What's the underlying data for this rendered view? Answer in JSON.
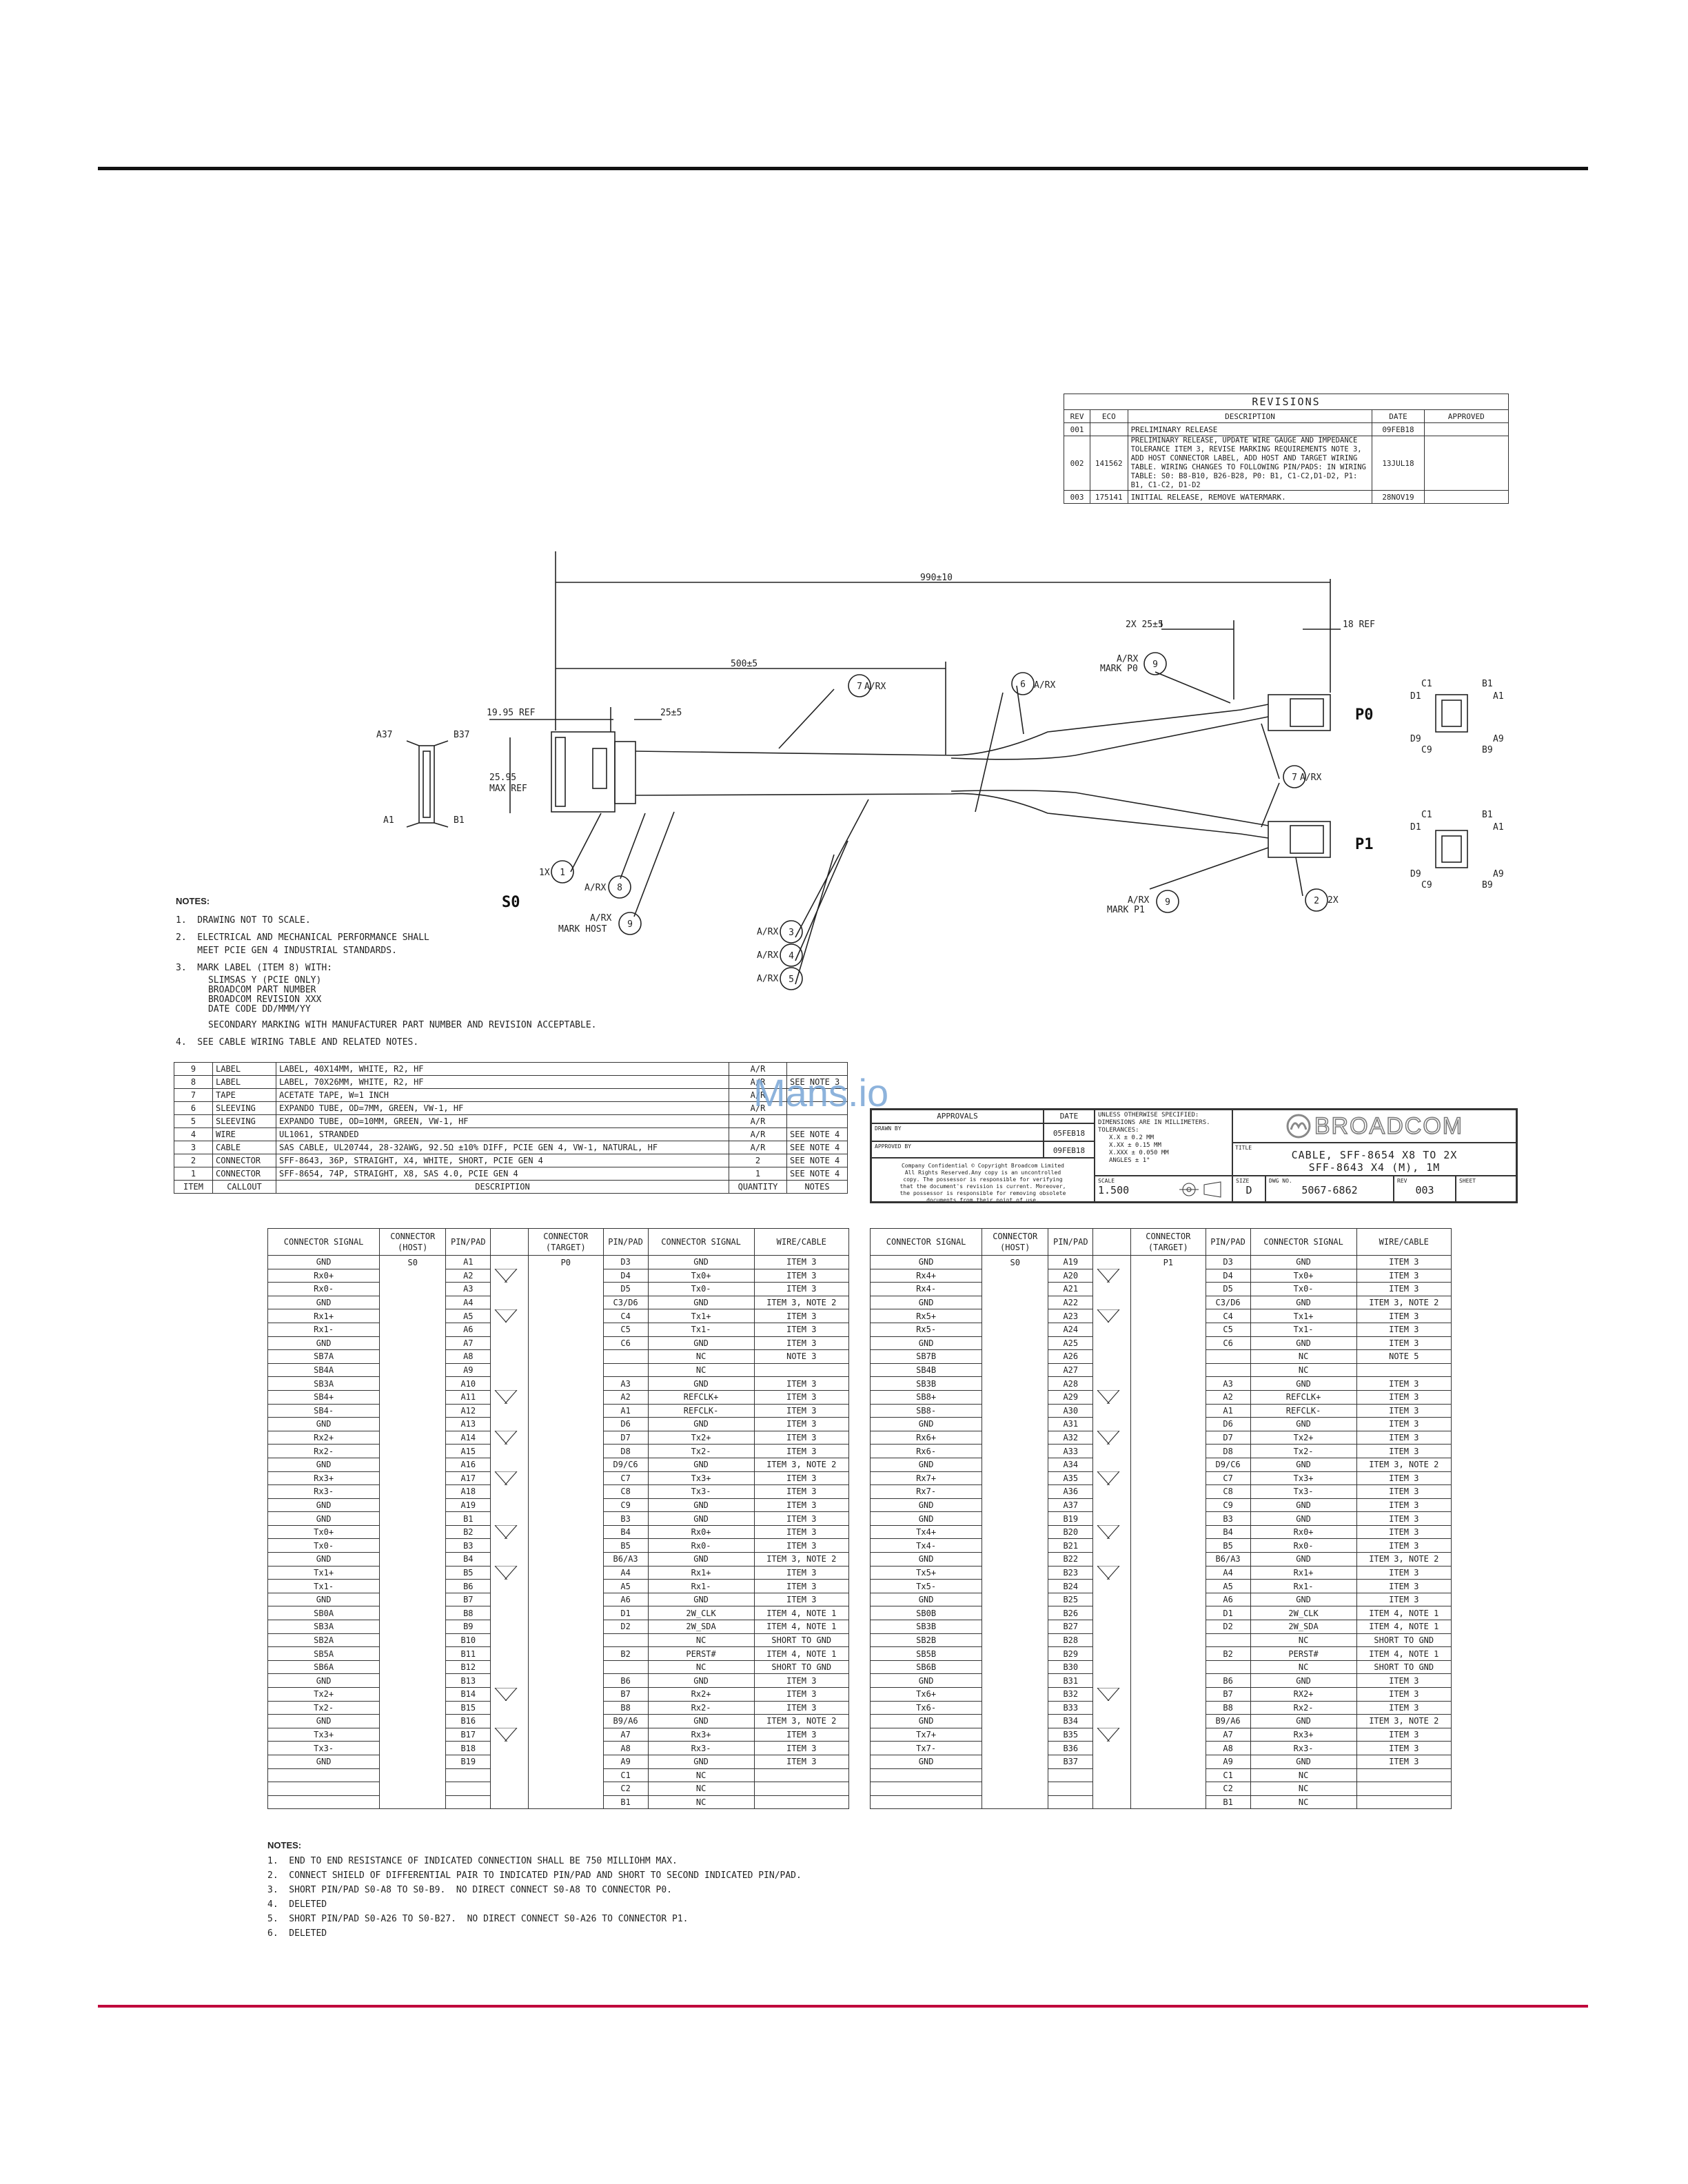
{
  "revisions": {
    "title": "REVISIONS",
    "headers": [
      "REV",
      "ECO",
      "DESCRIPTION",
      "DATE",
      "APPROVED"
    ],
    "rows": [
      {
        "rev": "001",
        "eco": "",
        "desc": "PRELIMINARY RELEASE",
        "date": "09FEB18",
        "approved": ""
      },
      {
        "rev": "002",
        "eco": "141562",
        "desc": "PRELIMINARY RELEASE, UPDATE WIRE GAUGE AND IMPEDANCE TOLERANCE ITEM 3, REVISE MARKING REQUIREMENTS NOTE 3, ADD HOST CONNECTOR LABEL, ADD HOST AND TARGET WIRING TABLE. WIRING CHANGES TO FOLLOWING PIN/PADS: IN WIRING TABLE: S0: B8-B10, B26-B28, P0: B1, C1-C2,D1-D2, P1: B1, C1-C2, D1-D2",
        "date": "13JUL18",
        "approved": ""
      },
      {
        "rev": "003",
        "eco": "175141",
        "desc": "INITIAL RELEASE, REMOVE WATERMARK.",
        "date": "28NOV19",
        "approved": ""
      }
    ]
  },
  "drawing": {
    "dims": {
      "overall": "990±10",
      "breakout": "500±5",
      "pigtail": "2X 25±5",
      "ref18": "18 REF",
      "ref1995": "19.95 REF",
      "d25": "25±5",
      "height": "25.95",
      "height2": "MAX REF"
    },
    "labels": {
      "s0": "S0",
      "p0": "P0",
      "p1": "P1",
      "a37": "A37",
      "b37": "B37",
      "a1": "A1",
      "b1": "B1",
      "c1": "C1",
      "d1": "D1",
      "d9": "D9",
      "c9": "C9",
      "b1r": "B1",
      "a1r": "A1",
      "a9": "A9",
      "b9": "B9",
      "arx": "A/RX",
      "markp0": "MARK P0",
      "markp1": "MARK P1",
      "markhost": "MARK HOST",
      "x1": "1X",
      "x2": "2X"
    },
    "balloons": [
      "1",
      "2",
      "3",
      "4",
      "5",
      "6",
      "7",
      "8",
      "9"
    ]
  },
  "notes": {
    "head": "NOTES:",
    "lines": [
      "1.  DRAWING NOT TO SCALE.",
      "2.  ELECTRICAL AND MECHANICAL PERFORMANCE SHALL\n    MEET PCIE GEN 4 INDUSTRIAL STANDARDS.",
      "3.  MARK LABEL (ITEM 8) WITH:",
      "      SLIMSAS Y (PCIE ONLY)\n      BROADCOM PART NUMBER\n      BROADCOM REVISION XXX\n      DATE CODE DD/MMM/YY",
      "      SECONDARY MARKING WITH MANUFACTURER PART NUMBER AND REVISION ACCEPTABLE.",
      "4.  SEE CABLE WIRING TABLE AND RELATED NOTES."
    ]
  },
  "bom": {
    "rows": [
      [
        "9",
        "LABEL",
        "LABEL, 40X14MM, WHITE, R2, HF",
        "A/R",
        ""
      ],
      [
        "8",
        "LABEL",
        "LABEL, 70X26MM, WHITE, R2, HF",
        "A/R",
        "SEE NOTE 3"
      ],
      [
        "7",
        "TAPE",
        "ACETATE TAPE, W=1 INCH",
        "A/R",
        ""
      ],
      [
        "6",
        "SLEEVING",
        "EXPANDO TUBE, OD=7MM, GREEN, VW-1, HF",
        "A/R",
        ""
      ],
      [
        "5",
        "SLEEVING",
        "EXPANDO TUBE, OD=10MM, GREEN, VW-1, HF",
        "A/R",
        ""
      ],
      [
        "4",
        "WIRE",
        "UL1061, STRANDED",
        "A/R",
        "SEE NOTE 4"
      ],
      [
        "3",
        "CABLE",
        "SAS CABLE, UL20744, 28-32AWG, 92.5Ω ±10% DIFF, PCIE GEN 4, VW-1, NATURAL, HF",
        "A/R",
        "SEE NOTE 4"
      ],
      [
        "2",
        "CONNECTOR",
        "SFF-8643, 36P, STRAIGHT, X4, WHITE, SHORT, PCIE GEN 4",
        "2",
        "SEE NOTE 4"
      ],
      [
        "1",
        "CONNECTOR",
        "SFF-8654, 74P, STRAIGHT, X8, SAS 4.0, PCIE GEN 4",
        "1",
        "SEE NOTE 4"
      ]
    ],
    "footer": [
      "ITEM",
      "CALLOUT",
      "DESCRIPTION",
      "QUANTITY",
      "NOTES"
    ]
  },
  "watermark": "Mans.io",
  "title_block": {
    "approvals": "APPROVALS",
    "date_h": "DATE",
    "drawn_by": "DRAWN BY",
    "drawn_date": "05FEB18",
    "approved_by": "APPROVED BY",
    "approved_date": "09FEB18",
    "confidential": "Company Confidential © Copyright Broadcom Limited All Rights Reserved.Any copy is an uncontrolled copy. The possessor is responsible for verifying that the document's revision is current. Moreover, the possessor is responsible for removing obsolete documents from their point of use.",
    "tolerance_lines": [
      "UNLESS OTHERWISE SPECIFIED:",
      "DIMENSIONS ARE IN MILLIMETERS.",
      "TOLERANCES:",
      "X.X ± 0.2 MM",
      "X.XX ± 0.15 MM",
      "X.XXX ± 0.050 MM",
      "ANGLES ± 1°"
    ],
    "logo": "BROADCOM",
    "title_h": "TITLE",
    "title_l1": "CABLE, SFF-8654 X8 TO 2X",
    "title_l2": "SFF-8643 X4 (M), 1M",
    "scale_h": "SCALE",
    "scale": "1.500",
    "size_h": "SIZE",
    "size": "D",
    "dwg_h": "DWG NO.",
    "dwg": "5067-6862",
    "rev_h": "REV",
    "rev": "003",
    "sheet_h": "SHEET"
  },
  "wiring": {
    "headers": [
      "CONNECTOR SIGNAL",
      "CONNECTOR (HOST)",
      "PIN/PAD",
      "CONNECTOR (TARGET)",
      "PIN/PAD",
      "CONNECTOR SIGNAL",
      "WIRE/CABLE"
    ],
    "left": {
      "host": "S0",
      "target": "P0",
      "rows": [
        [
          "GND",
          "A1",
          "D3",
          "GND",
          "ITEM 3"
        ],
        [
          "Rx0+",
          "A2",
          "D4",
          "Tx0+",
          "ITEM 3"
        ],
        [
          "Rx0-",
          "A3",
          "D5",
          "Tx0-",
          "ITEM 3"
        ],
        [
          "GND",
          "A4",
          "C3/D6",
          "GND",
          "ITEM 3, NOTE 2"
        ],
        [
          "Rx1+",
          "A5",
          "C4",
          "Tx1+",
          "ITEM 3"
        ],
        [
          "Rx1-",
          "A6",
          "C5",
          "Tx1-",
          "ITEM 3"
        ],
        [
          "GND",
          "A7",
          "C6",
          "GND",
          "ITEM 3"
        ],
        [
          "SB7A",
          "A8",
          "",
          "NC",
          "NOTE 3"
        ],
        [
          "SB4A",
          "A9",
          "",
          "NC",
          ""
        ],
        [
          "SB3A",
          "A10",
          "A3",
          "GND",
          "ITEM 3"
        ],
        [
          "SB4+",
          "A11",
          "A2",
          "REFCLK+",
          "ITEM 3"
        ],
        [
          "SB4-",
          "A12",
          "A1",
          "REFCLK-",
          "ITEM 3"
        ],
        [
          "GND",
          "A13",
          "D6",
          "GND",
          "ITEM 3"
        ],
        [
          "Rx2+",
          "A14",
          "D7",
          "Tx2+",
          "ITEM 3"
        ],
        [
          "Rx2-",
          "A15",
          "D8",
          "Tx2-",
          "ITEM 3"
        ],
        [
          "GND",
          "A16",
          "D9/C6",
          "GND",
          "ITEM 3, NOTE 2"
        ],
        [
          "Rx3+",
          "A17",
          "C7",
          "Tx3+",
          "ITEM 3"
        ],
        [
          "Rx3-",
          "A18",
          "C8",
          "Tx3-",
          "ITEM 3"
        ],
        [
          "GND",
          "A19",
          "C9",
          "GND",
          "ITEM 3"
        ],
        [
          "GND",
          "B1",
          "B3",
          "GND",
          "ITEM 3"
        ],
        [
          "Tx0+",
          "B2",
          "B4",
          "Rx0+",
          "ITEM 3"
        ],
        [
          "Tx0-",
          "B3",
          "B5",
          "Rx0-",
          "ITEM 3"
        ],
        [
          "GND",
          "B4",
          "B6/A3",
          "GND",
          "ITEM 3, NOTE 2"
        ],
        [
          "Tx1+",
          "B5",
          "A4",
          "Rx1+",
          "ITEM 3"
        ],
        [
          "Tx1-",
          "B6",
          "A5",
          "Rx1-",
          "ITEM 3"
        ],
        [
          "GND",
          "B7",
          "A6",
          "GND",
          "ITEM 3"
        ],
        [
          "SB0A",
          "B8",
          "D1",
          "2W_CLK",
          "ITEM 4, NOTE 1"
        ],
        [
          "SB3A",
          "B9",
          "D2",
          "2W_SDA",
          "ITEM 4, NOTE 1"
        ],
        [
          "SB2A",
          "B10",
          "",
          "NC",
          "SHORT TO GND"
        ],
        [
          "SB5A",
          "B11",
          "B2",
          "PERST#",
          "ITEM 4, NOTE 1"
        ],
        [
          "SB6A",
          "B12",
          "",
          "NC",
          "SHORT TO GND"
        ],
        [
          "GND",
          "B13",
          "B6",
          "GND",
          "ITEM 3"
        ],
        [
          "Tx2+",
          "B14",
          "B7",
          "Rx2+",
          "ITEM 3"
        ],
        [
          "Tx2-",
          "B15",
          "B8",
          "Rx2-",
          "ITEM 3"
        ],
        [
          "GND",
          "B16",
          "B9/A6",
          "GND",
          "ITEM 3, NOTE 2"
        ],
        [
          "Tx3+",
          "B17",
          "A7",
          "Rx3+",
          "ITEM 3"
        ],
        [
          "Tx3-",
          "B18",
          "A8",
          "Rx3-",
          "ITEM 3"
        ],
        [
          "GND",
          "B19",
          "A9",
          "GND",
          "ITEM 3"
        ],
        [
          "",
          "",
          "C1",
          "NC",
          ""
        ],
        [
          "",
          "",
          "C2",
          "NC",
          ""
        ],
        [
          "",
          "",
          "B1",
          "NC",
          ""
        ]
      ]
    },
    "right": {
      "host": "S0",
      "target": "P1",
      "rows": [
        [
          "GND",
          "A19",
          "D3",
          "GND",
          "ITEM 3"
        ],
        [
          "Rx4+",
          "A20",
          "D4",
          "Tx0+",
          "ITEM 3"
        ],
        [
          "Rx4-",
          "A21",
          "D5",
          "Tx0-",
          "ITEM 3"
        ],
        [
          "GND",
          "A22",
          "C3/D6",
          "GND",
          "ITEM 3, NOTE 2"
        ],
        [
          "Rx5+",
          "A23",
          "C4",
          "Tx1+",
          "ITEM 3"
        ],
        [
          "Rx5-",
          "A24",
          "C5",
          "Tx1-",
          "ITEM 3"
        ],
        [
          "GND",
          "A25",
          "C6",
          "GND",
          "ITEM 3"
        ],
        [
          "SB7B",
          "A26",
          "",
          "NC",
          "NOTE 5"
        ],
        [
          "SB4B",
          "A27",
          "",
          "NC",
          ""
        ],
        [
          "SB3B",
          "A28",
          "A3",
          "GND",
          "ITEM 3"
        ],
        [
          "SB8+",
          "A29",
          "A2",
          "REFCLK+",
          "ITEM 3"
        ],
        [
          "SB8-",
          "A30",
          "A1",
          "REFCLK-",
          "ITEM 3"
        ],
        [
          "GND",
          "A31",
          "D6",
          "GND",
          "ITEM 3"
        ],
        [
          "Rx6+",
          "A32",
          "D7",
          "Tx2+",
          "ITEM 3"
        ],
        [
          "Rx6-",
          "A33",
          "D8",
          "Tx2-",
          "ITEM 3"
        ],
        [
          "GND",
          "A34",
          "D9/C6",
          "GND",
          "ITEM 3, NOTE 2"
        ],
        [
          "Rx7+",
          "A35",
          "C7",
          "Tx3+",
          "ITEM 3"
        ],
        [
          "Rx7-",
          "A36",
          "C8",
          "Tx3-",
          "ITEM 3"
        ],
        [
          "GND",
          "A37",
          "C9",
          "GND",
          "ITEM 3"
        ],
        [
          "GND",
          "B19",
          "B3",
          "GND",
          "ITEM 3"
        ],
        [
          "Tx4+",
          "B20",
          "B4",
          "Rx0+",
          "ITEM 3"
        ],
        [
          "Tx4-",
          "B21",
          "B5",
          "Rx0-",
          "ITEM 3"
        ],
        [
          "GND",
          "B22",
          "B6/A3",
          "GND",
          "ITEM 3, NOTE 2"
        ],
        [
          "Tx5+",
          "B23",
          "A4",
          "Rx1+",
          "ITEM 3"
        ],
        [
          "Tx5-",
          "B24",
          "A5",
          "Rx1-",
          "ITEM 3"
        ],
        [
          "GND",
          "B25",
          "A6",
          "GND",
          "ITEM 3"
        ],
        [
          "SB0B",
          "B26",
          "D1",
          "2W_CLK",
          "ITEM 4, NOTE 1"
        ],
        [
          "SB3B",
          "B27",
          "D2",
          "2W_SDA",
          "ITEM 4, NOTE 1"
        ],
        [
          "SB2B",
          "B28",
          "",
          "NC",
          "SHORT TO GND"
        ],
        [
          "SB5B",
          "B29",
          "B2",
          "PERST#",
          "ITEM 4, NOTE 1"
        ],
        [
          "SB6B",
          "B30",
          "",
          "NC",
          "SHORT TO GND"
        ],
        [
          "GND",
          "B31",
          "B6",
          "GND",
          "ITEM 3"
        ],
        [
          "Tx6+",
          "B32",
          "B7",
          "RX2+",
          "ITEM 3"
        ],
        [
          "Tx6-",
          "B33",
          "B8",
          "Rx2-",
          "ITEM 3"
        ],
        [
          "GND",
          "B34",
          "B9/A6",
          "GND",
          "ITEM 3, NOTE 2"
        ],
        [
          "Tx7+",
          "B35",
          "A7",
          "Rx3+",
          "ITEM 3"
        ],
        [
          "Tx7-",
          "B36",
          "A8",
          "Rx3-",
          "ITEM 3"
        ],
        [
          "GND",
          "B37",
          "A9",
          "GND",
          "ITEM 3"
        ],
        [
          "",
          "",
          "C1",
          "NC",
          ""
        ],
        [
          "",
          "",
          "C2",
          "NC",
          ""
        ],
        [
          "",
          "",
          "B1",
          "NC",
          ""
        ]
      ]
    }
  },
  "wiring_notes": {
    "head": "NOTES:",
    "lines": [
      "1.  END TO END RESISTANCE OF INDICATED CONNECTION SHALL BE 750 MILLIOHM MAX.",
      "2.  CONNECT SHIELD OF DIFFERENTIAL PAIR TO INDICATED PIN/PAD AND SHORT TO SECOND INDICATED PIN/PAD.",
      "3.  SHORT PIN/PAD S0-A8 TO S0-B9.  NO DIRECT CONNECT S0-A8 TO CONNECTOR P0.",
      "4.  DELETED",
      "5.  SHORT PIN/PAD S0-A26 TO S0-B27.  NO DIRECT CONNECT S0-A26 TO CONNECTOR P1.",
      "6.  DELETED"
    ]
  }
}
